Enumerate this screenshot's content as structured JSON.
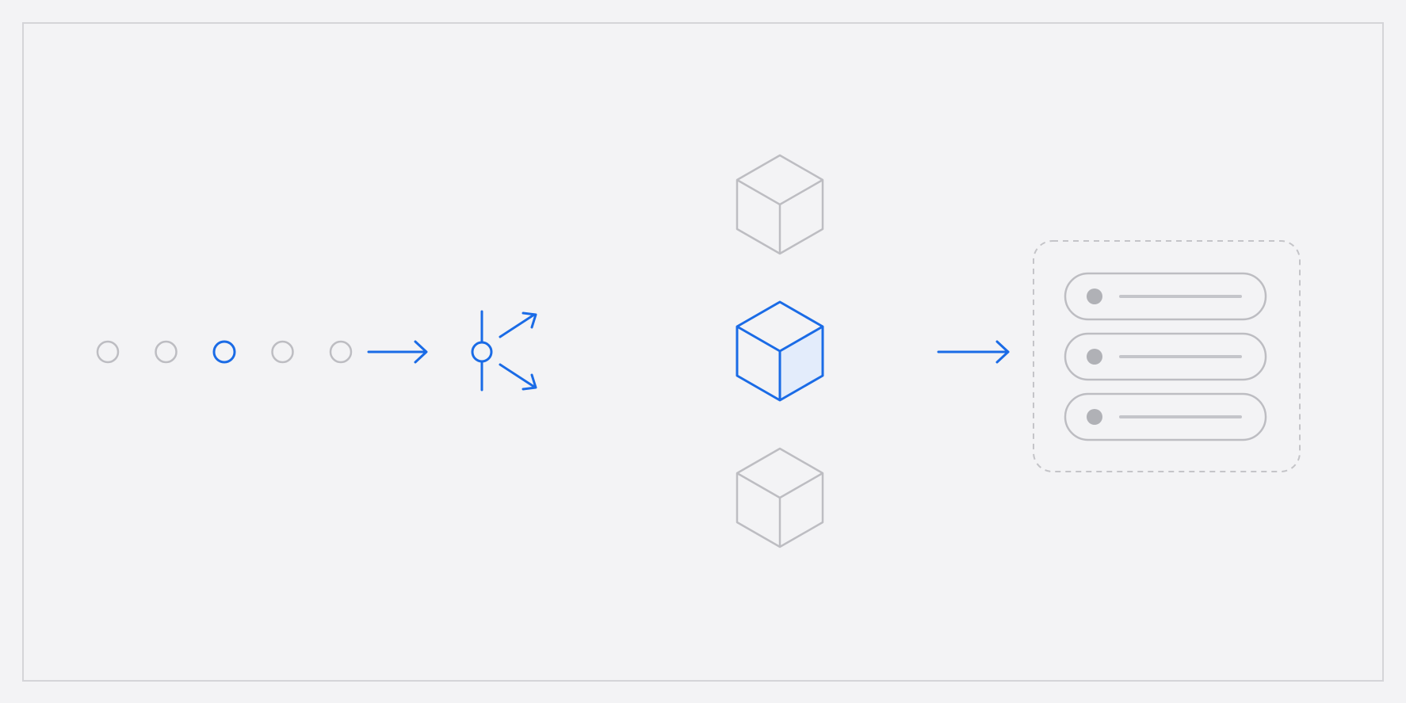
{
  "diagram": {
    "colors": {
      "background": "#f3f3f5",
      "frame": "#d4d4d8",
      "inactive": "#bdbdc2",
      "active": "#1a6be6",
      "active_fill": "#e3ecfb",
      "list_dot": "#b0b1b6",
      "list_line": "#c4c5ca"
    },
    "input_nodes": [
      {
        "id": "node-1",
        "active": false
      },
      {
        "id": "node-2",
        "active": false
      },
      {
        "id": "node-3",
        "active": true
      },
      {
        "id": "node-4",
        "active": false
      },
      {
        "id": "node-5",
        "active": false
      }
    ],
    "router": {
      "icon": "split-router-icon",
      "outputs": 2
    },
    "cubes": [
      {
        "id": "cube-top",
        "active": false
      },
      {
        "id": "cube-middle",
        "active": true
      },
      {
        "id": "cube-bottom",
        "active": false
      }
    ],
    "output_list": {
      "icon": "list-icon",
      "items": [
        {
          "id": "list-item-1"
        },
        {
          "id": "list-item-2"
        },
        {
          "id": "list-item-3"
        }
      ]
    }
  }
}
